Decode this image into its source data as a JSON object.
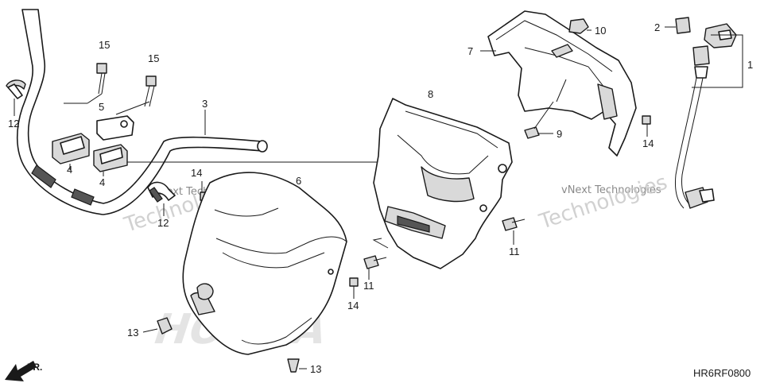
{
  "diagram": {
    "code": "HR6RF0800",
    "direction_label": "FR.",
    "watermarks": [
      {
        "text": "vNext Technologies"
      },
      {
        "text": "Technologies"
      },
      {
        "text": "vNext Technologies"
      },
      {
        "text": "Technologies"
      }
    ],
    "brand_mark": "HONDA",
    "callouts": [
      {
        "id": "c1",
        "label": "1"
      },
      {
        "id": "c2",
        "label": "2"
      },
      {
        "id": "c3",
        "label": "3"
      },
      {
        "id": "c4a",
        "label": "4"
      },
      {
        "id": "c4b",
        "label": "4"
      },
      {
        "id": "c5",
        "label": "5"
      },
      {
        "id": "c6",
        "label": "6"
      },
      {
        "id": "c7",
        "label": "7"
      },
      {
        "id": "c8",
        "label": "8"
      },
      {
        "id": "c9",
        "label": "9"
      },
      {
        "id": "c10",
        "label": "10"
      },
      {
        "id": "c11a",
        "label": "11"
      },
      {
        "id": "c11b",
        "label": "11"
      },
      {
        "id": "c12a",
        "label": "12"
      },
      {
        "id": "c12b",
        "label": "12"
      },
      {
        "id": "c13a",
        "label": "13"
      },
      {
        "id": "c13b",
        "label": "13"
      },
      {
        "id": "c14a",
        "label": "14"
      },
      {
        "id": "c14b",
        "label": "14"
      },
      {
        "id": "c14c",
        "label": "14"
      },
      {
        "id": "c15a",
        "label": "15"
      },
      {
        "id": "c15b",
        "label": "15"
      }
    ]
  }
}
